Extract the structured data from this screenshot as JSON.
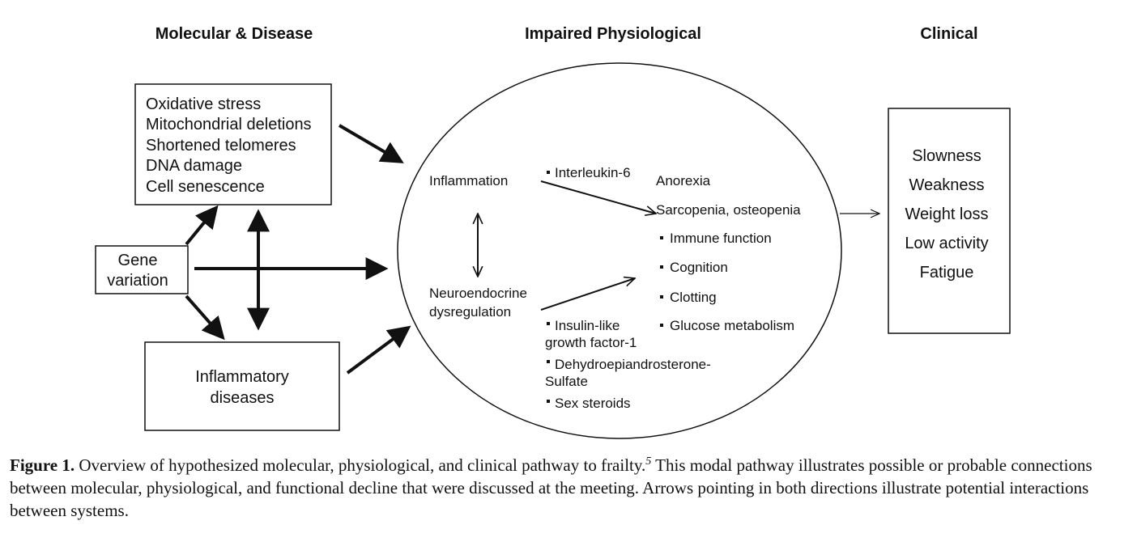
{
  "headers": {
    "molecular": "Molecular & Disease",
    "physiological": "Impaired Physiological",
    "clinical": "Clinical"
  },
  "molecular_box": [
    "Oxidative stress",
    "Mitochondrial deletions",
    "Shortened telomeres",
    "DNA damage",
    "Cell senescence"
  ],
  "gene_box": [
    "Gene",
    "variation"
  ],
  "inflammatory_box": [
    "Inflammatory",
    "diseases"
  ],
  "ellipse": {
    "inflammation": "Inflammation",
    "neuroendocrine": [
      "Neuroendocrine",
      "dysregulation"
    ],
    "interleukin": "Interleukin-6",
    "anorexia": "Anorexia",
    "sarcopenia": "Sarcopenia, osteopenia",
    "outcomes": [
      "Immune function",
      "Cognition",
      "Clotting",
      "Glucose metabolism"
    ],
    "hormones": {
      "igf": [
        "Insulin-like",
        "growth factor-1"
      ],
      "dhea": [
        "Dehydroepiandrosterone-",
        "Sulfate"
      ],
      "sex": "Sex steroids"
    }
  },
  "clinical_box": [
    "Slowness",
    "Weakness",
    "Weight loss",
    "Low activity",
    "Fatigue"
  ],
  "caption": {
    "label": "Figure 1.",
    "text_before_ref": " Overview of hypothesized molecular, physiological, and clinical pathway to frailty.",
    "reference": "5",
    "text_after_ref": " This modal pathway illustrates possible or probable connections between molecular, physiological, and functional decline that were discussed at the meeting. Arrows pointing in both directions illustrate potential interactions between systems."
  }
}
